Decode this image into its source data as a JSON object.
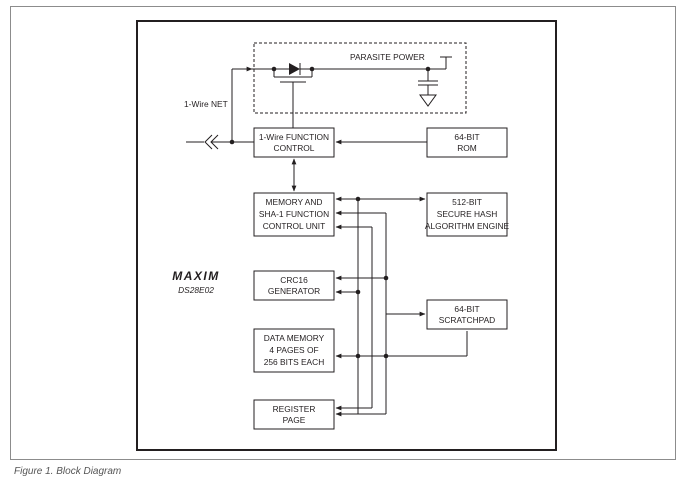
{
  "caption": "Figure 1. Block Diagram",
  "logo": {
    "brand": "MAXIM",
    "part": "DS28E02"
  },
  "labels": {
    "one_wire_net": "1-Wire NET",
    "parasite_power": "PARASITE POWER"
  },
  "blocks": {
    "one_wire_function_control": [
      "1-Wire FUNCTION",
      "CONTROL"
    ],
    "rom": [
      "64-BIT",
      "ROM"
    ],
    "memory_sha1": [
      "MEMORY AND",
      "SHA-1 FUNCTION",
      "CONTROL UNIT"
    ],
    "hash_engine": [
      "512-BIT",
      "SECURE HASH",
      "ALGORITHM ENGINE"
    ],
    "crc16": [
      "CRC16",
      "GENERATOR"
    ],
    "scratchpad": [
      "64-BIT",
      "SCRATCHPAD"
    ],
    "data_memory": [
      "DATA MEMORY",
      "4 PAGES OF",
      "256 BITS EACH"
    ],
    "register_page": [
      "REGISTER",
      "PAGE"
    ]
  },
  "colors": {
    "ink": "#231f20",
    "frame": "#8c8c8c",
    "caption": "#555555"
  }
}
